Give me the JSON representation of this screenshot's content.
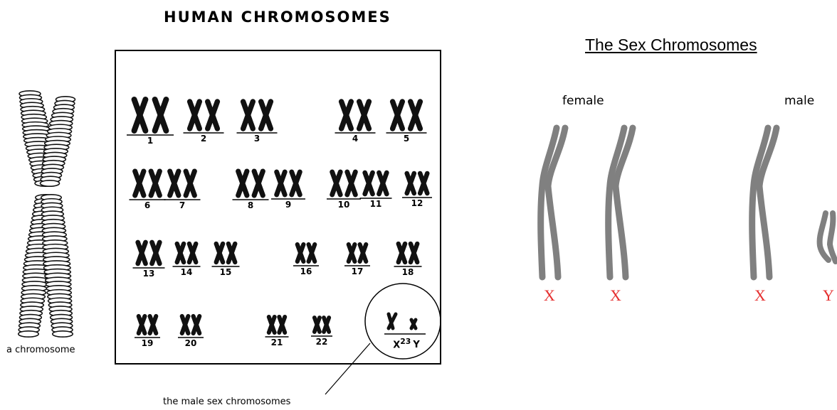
{
  "title": "HUMAN CHROMOSOMES",
  "single_chromosome_label": "a chromosome",
  "male_sex_label": "the male sex chromosomes",
  "sex_title": "The Sex Chromosomes",
  "female_label": "female",
  "male_label": "male",
  "female_letters": [
    "X",
    "X"
  ],
  "male_letters": [
    "X",
    "Y"
  ],
  "pairs": [
    "1",
    "2",
    "3",
    "4",
    "5",
    "6",
    "7",
    "8",
    "9",
    "10",
    "11",
    "12",
    "13",
    "14",
    "15",
    "16",
    "17",
    "18",
    "19",
    "20",
    "21",
    "22"
  ],
  "pair23": {
    "x": "X",
    "sup": "23",
    "y": "Y"
  },
  "colors": {
    "chromosome": "#111111",
    "sex_chromosome": "#808080",
    "letter": "#e53030"
  }
}
